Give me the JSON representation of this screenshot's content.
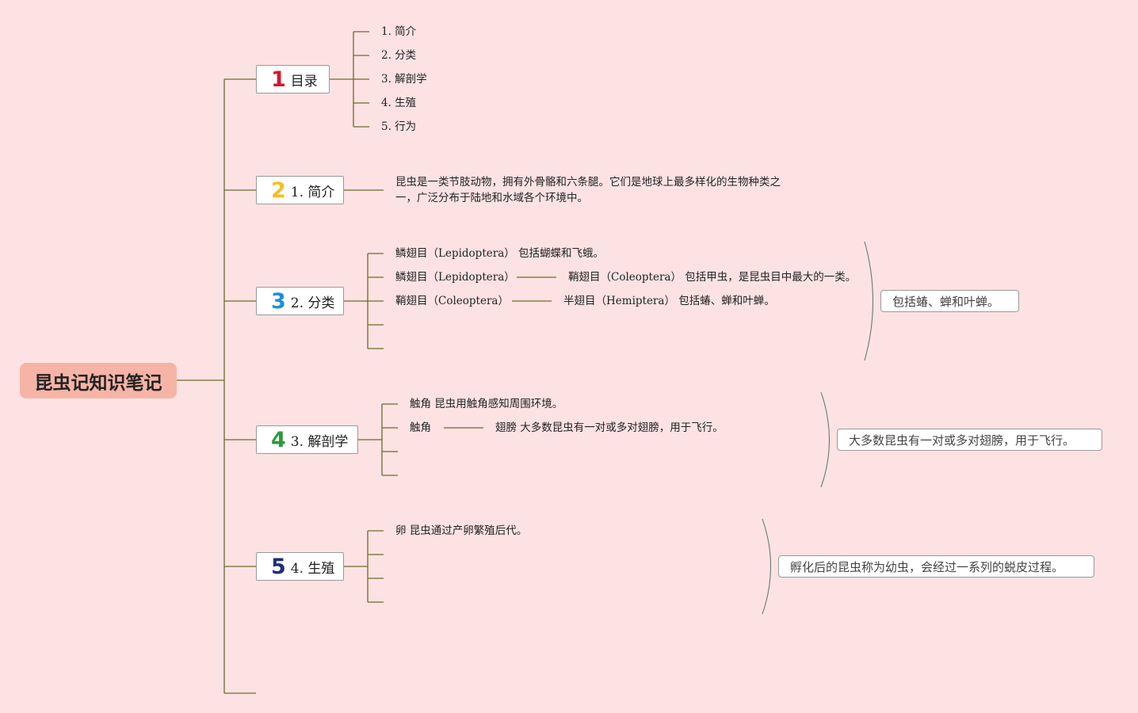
{
  "root": {
    "title": "昆虫记知识笔记"
  },
  "colors": {
    "background": "#fde2e3",
    "root_fill": "#f6b4a6",
    "connector": "#6b6b2a",
    "num1": "#d9152a",
    "num2": "#f0c028",
    "num3": "#1f8fd6",
    "num4": "#2f9a3a",
    "num5": "#1e2f78"
  },
  "branches": {
    "b1": {
      "num": "1",
      "label": "目录",
      "children": [
        "1. 简介",
        "2. 分类",
        "3. 解剖学",
        "4. 生殖",
        "5. 行为"
      ]
    },
    "b2": {
      "num": "2",
      "label": "1. 简介",
      "text": "昆虫是一类节肢动物，拥有外骨骼和六条腿。它们是地球上最多样化的生物种类之一，广泛分布于陆地和水域各个环境中。"
    },
    "b3": {
      "num": "3",
      "label": "2. 分类",
      "row1": "鳞翅目（Lepidoptera） 包括蝴蝶和飞蛾。",
      "row2a": "鳞翅目（Lepidoptera）",
      "row2b": "鞘翅目（Coleoptera） 包括甲虫，是昆虫目中最大的一类。",
      "row3a": "鞘翅目（Coleoptera）",
      "row3b": "半翅目（Hemiptera） 包括蝽、蝉和叶蝉。",
      "summary": "包括蝽、蝉和叶蝉。"
    },
    "b4": {
      "num": "4",
      "label": "3. 解剖学",
      "row1": "触角 昆虫用触角感知周围环境。",
      "row2a": "触角",
      "row2b": "翅膀 大多数昆虫有一对或多对翅膀，用于飞行。",
      "summary": "大多数昆虫有一对或多对翅膀，用于飞行。"
    },
    "b5": {
      "num": "5",
      "label": "4. 生殖",
      "row1": "卵 昆虫通过产卵繁殖后代。",
      "summary": "孵化后的昆虫称为幼虫，会经过一系列的蜕皮过程。"
    }
  }
}
